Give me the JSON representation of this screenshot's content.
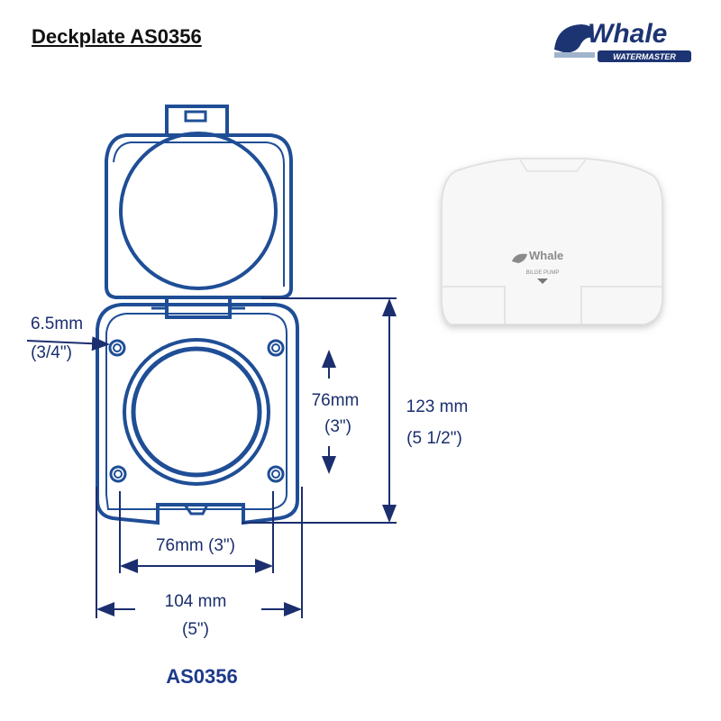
{
  "title": "Deckplate AS0356",
  "logo": {
    "brand": "Whale",
    "sub": "WATERMASTER"
  },
  "product_photo": {
    "brand": "Whale",
    "label": "BILGE PUMP"
  },
  "dimensions": {
    "screw_hole": {
      "metric": "6.5mm",
      "imperial": "(3/4\")"
    },
    "hole_spacing_vertical": {
      "metric": "76mm",
      "imperial": "(3\")"
    },
    "height": {
      "metric": "123 mm",
      "imperial": "(5 1/2\")"
    },
    "hole_spacing_horizontal": {
      "label": "76mm (3\")"
    },
    "width": {
      "metric": "104 mm",
      "imperial": "(5\")"
    }
  },
  "model": "AS0356",
  "colors": {
    "line": "#1f4e96",
    "text": "#1b2e6e",
    "logo": "#1d3473"
  }
}
